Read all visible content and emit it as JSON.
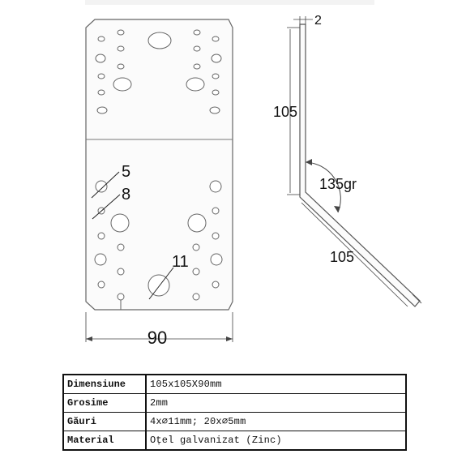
{
  "plate": {
    "label_width": "90",
    "label_hole_small": "5",
    "label_hole_medium": "8",
    "label_hole_large": "11"
  },
  "profile": {
    "label_thickness": "2",
    "label_height": "105",
    "label_angle": "135gr",
    "label_leg": "105"
  },
  "specs": [
    {
      "key": "Dimensiune",
      "value": "105x105X90mm"
    },
    {
      "key": "Grosime",
      "value": "2mm"
    },
    {
      "key": "Găuri",
      "value": "4x∅11mm; 20x∅5mm"
    },
    {
      "key": "Material",
      "value": "Oțel galvanizat (Zinc)"
    }
  ]
}
